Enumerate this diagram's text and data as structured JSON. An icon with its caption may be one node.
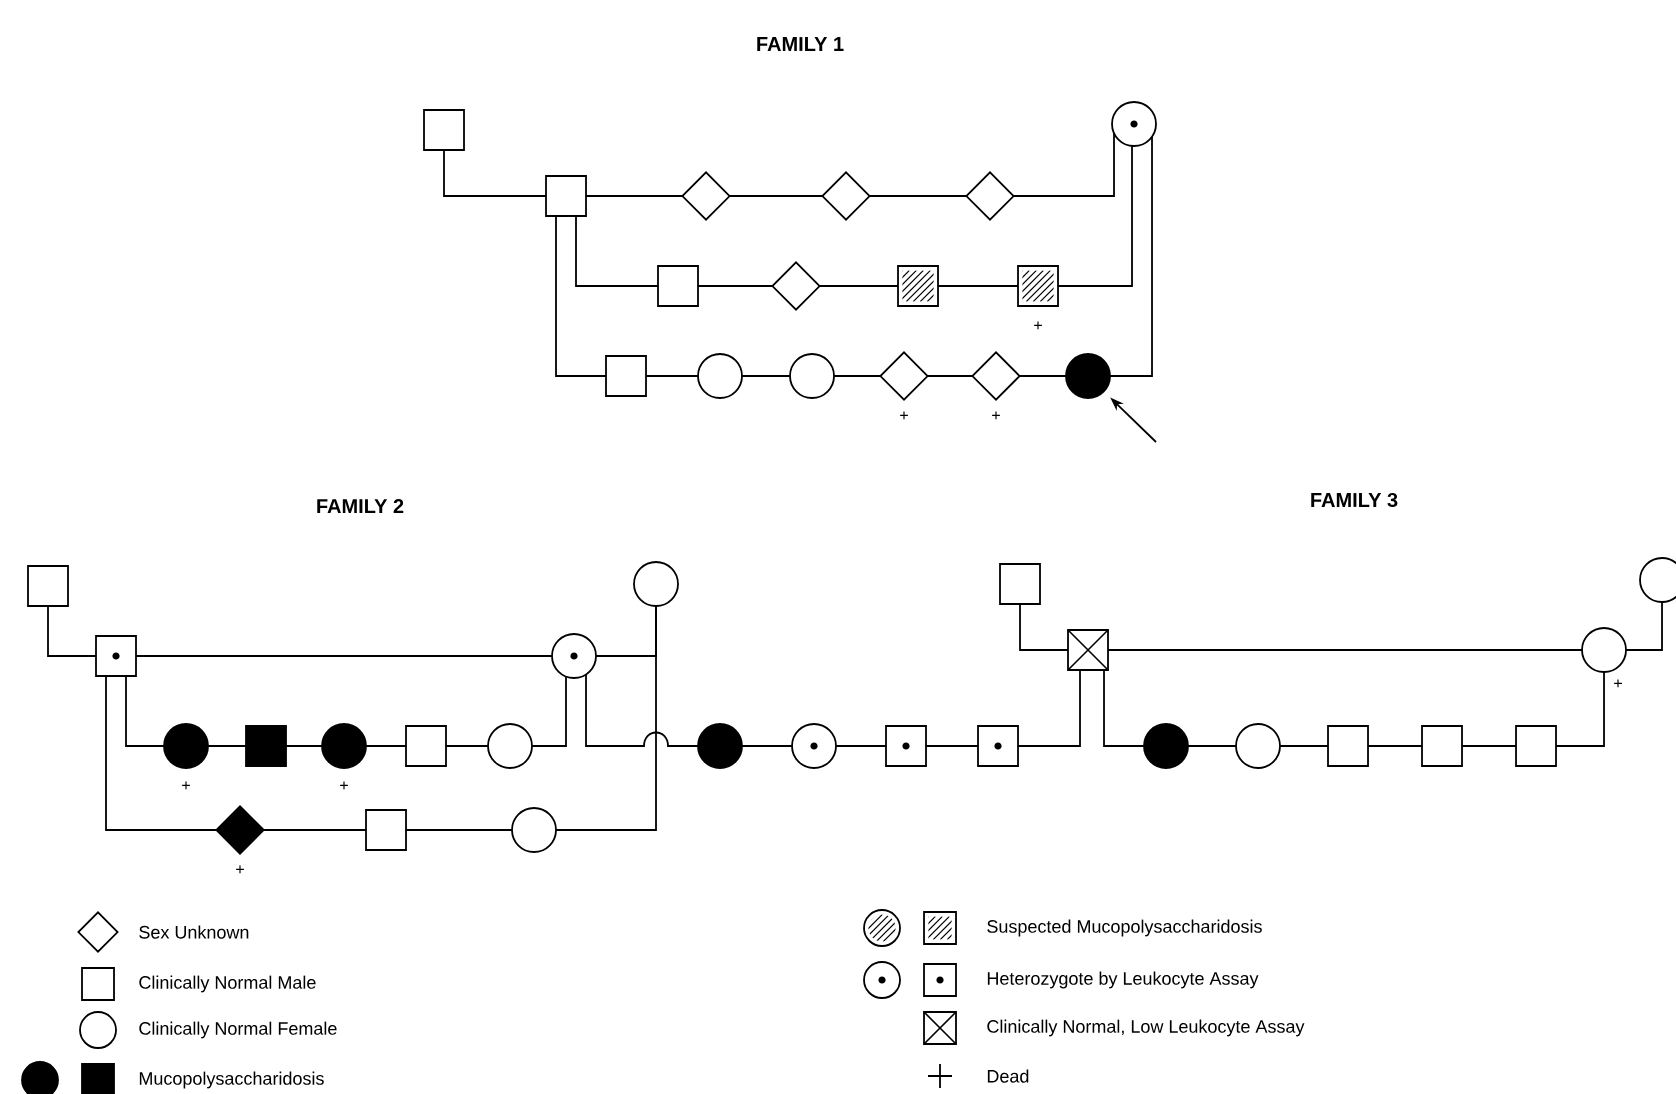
{
  "diagram": {
    "nodes": [
      {
        "text": [],
        "shape": "box"
      },
      {
        "text": [],
        "shape": "box"
      },
      {
        "text": [],
        "shape": "circle"
      },
      {
        "text": [],
        "shape": "diamond"
      },
      {
        "text": [],
        "shape": "diamond"
      },
      {
        "text": [],
        "shape": "diamond"
      },
      {
        "text": [],
        "shape": "box"
      },
      {
        "text": [],
        "shape": "diamond"
      },
      {
        "text": [],
        "shape": "box"
      },
      {
        "text": [],
        "shape": "box",
        "beside": [
          "+"
        ]
      },
      {
        "text": [],
        "shape": "box"
      },
      {
        "text": [],
        "shape": "circle"
      },
      {
        "text": [],
        "shape": "circle"
      },
      {
        "text": [],
        "shape": "diamond",
        "beside": [
          "+"
        ]
      },
      {
        "text": [],
        "shape": "diamond",
        "beside": [
          "+"
        ]
      },
      {
        "text": [],
        "shape": "circle"
      },
      {
        "text": [],
        "shape": "box"
      },
      {
        "text": [],
        "shape": "box"
      },
      {
        "text": [],
        "shape": "circle"
      },
      {
        "text": [],
        "shape": "circle"
      },
      {
        "text": [],
        "shape": "circle",
        "beside": [
          "+"
        ]
      },
      {
        "text": [],
        "shape": "box"
      },
      {
        "text": [],
        "shape": "circle",
        "beside": [
          "+"
        ]
      },
      {
        "text": [],
        "shape": "box"
      },
      {
        "text": [],
        "shape": "circle"
      },
      {
        "text": [],
        "shape": "circle"
      },
      {
        "text": [],
        "shape": "circle"
      },
      {
        "text": [],
        "shape": "diamond",
        "beside": [
          "+"
        ]
      },
      {
        "text": [],
        "shape": "box"
      },
      {
        "text": [],
        "shape": "circle"
      },
      {
        "text": [],
        "shape": "box"
      },
      {
        "text": [],
        "shape": "box"
      },
      {
        "text": [],
        "shape": "box"
      },
      {
        "text": [],
        "shape": "box"
      },
      {
        "text": [],
        "shape": "circle",
        "beside": [
          "+"
        ]
      },
      {
        "text": [],
        "shape": "circle"
      },
      {
        "text": [],
        "shape": "circle"
      },
      {
        "text": [],
        "shape": "circle"
      },
      {
        "text": [],
        "shape": "box"
      },
      {
        "text": [],
        "shape": "box"
      },
      {
        "text": [],
        "shape": "box"
      }
    ],
    "edges": [
      {
        "from": 0,
        "to": 1,
        "arrow": "none"
      },
      {
        "from": 1,
        "to": 3,
        "arrow": "none"
      },
      {
        "from": 3,
        "to": 4,
        "arrow": "none"
      },
      {
        "from": 4,
        "to": 5,
        "arrow": "none"
      },
      {
        "from": 5,
        "to": 2,
        "arrow": "none"
      },
      {
        "from": 1,
        "to": 6,
        "arrow": "none"
      },
      {
        "from": 6,
        "to": 7,
        "arrow": "none"
      },
      {
        "from": 7,
        "to": 8,
        "arrow": "none"
      },
      {
        "from": 8,
        "to": 9,
        "arrow": "none"
      },
      {
        "from": 9,
        "to": 2,
        "arrow": "none"
      },
      {
        "from": 1,
        "to": 10,
        "arrow": "none"
      },
      {
        "from": 10,
        "to": 11,
        "arrow": "none"
      },
      {
        "from": 11,
        "to": 12,
        "arrow": "none"
      },
      {
        "from": 12,
        "to": 13,
        "arrow": "none"
      },
      {
        "from": 13,
        "to": 14,
        "arrow": "none"
      },
      {
        "from": 14,
        "to": 15,
        "arrow": "none"
      },
      {
        "from": 15,
        "to": 2,
        "arrow": "none"
      },
      {
        "from": null,
        "to": 15,
        "arrow": "to"
      },
      {
        "from": 16,
        "to": 17,
        "arrow": "none"
      },
      {
        "from": 17,
        "to": 18,
        "arrow": "none"
      },
      {
        "from": 18,
        "to": 19,
        "arrow": "none"
      },
      {
        "from": 17,
        "to": 20,
        "arrow": "none"
      },
      {
        "from": 20,
        "to": 21,
        "arrow": "none"
      },
      {
        "from": 21,
        "to": 22,
        "arrow": "none"
      },
      {
        "from": 22,
        "to": 23,
        "arrow": "none"
      },
      {
        "from": 23,
        "to": 24,
        "arrow": "none"
      },
      {
        "from": 24,
        "to": 18,
        "arrow": "none"
      },
      {
        "from": 18,
        "to": 25,
        "arrow": "none"
      },
      {
        "from": 25,
        "to": 26,
        "arrow": "none"
      },
      {
        "from": 17,
        "to": 27,
        "arrow": "none"
      },
      {
        "from": 27,
        "to": 28,
        "arrow": "none"
      },
      {
        "from": 28,
        "to": 29,
        "arrow": "none"
      },
      {
        "from": 29,
        "to": 19,
        "arrow": "none"
      },
      {
        "from": 26,
        "to": 30,
        "arrow": "none"
      },
      {
        "from": 30,
        "to": 31,
        "arrow": "none"
      },
      {
        "from": 31,
        "to": 33,
        "arrow": "none"
      },
      {
        "from": 32,
        "to": 33,
        "arrow": "none"
      },
      {
        "from": 33,
        "to": 34,
        "arrow": "none"
      },
      {
        "from": 34,
        "to": 35,
        "arrow": "none"
      },
      {
        "from": 33,
        "to": 36,
        "arrow": "none"
      },
      {
        "from": 36,
        "to": 37,
        "arrow": "none"
      },
      {
        "from": 37,
        "to": 38,
        "arrow": "none"
      },
      {
        "from": 38,
        "to": 39,
        "arrow": "none"
      },
      {
        "from": 39,
        "to": 40,
        "arrow": "none"
      },
      {
        "from": 40,
        "to": 34,
        "arrow": "none"
      }
    ],
    "labels": [
      "FAMILY 1",
      "FAMILY 2",
      "FAMILY 3"
    ],
    "legend": [
      {
        "text": "Sex Unknown"
      },
      {
        "text": "Clinically Normal Male"
      },
      {
        "text": "Clinically Normal Female"
      },
      {
        "text": "Mucopolysaccharidosis"
      },
      {
        "text": "Suspected Mucopolysaccharidosis"
      },
      {
        "text": "Heterozygote by Leukocyte Assay"
      },
      {
        "text": "Clinically Normal, Low Leukocyte Assay"
      },
      {
        "text": "Dead"
      }
    ]
  }
}
